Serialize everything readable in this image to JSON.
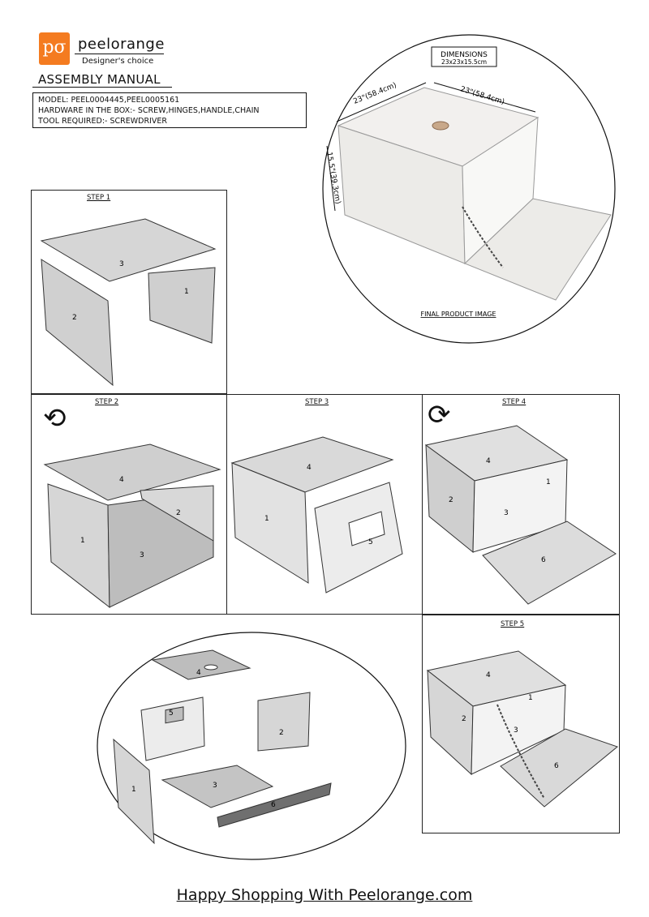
{
  "header": {
    "logo_text": "pσ",
    "brand": "peelorange",
    "tagline": "Designer's choice",
    "title": "ASSEMBLY MANUAL"
  },
  "info": {
    "model": "MODEL: PEEL0004445,PEEL0005161",
    "hardware": "HARDWARE IN THE BOX:- SCREW,HINGES,HANDLE,CHAIN",
    "tool": "TOOL REQUIRED:- SCREWDRIVER"
  },
  "final_product": {
    "dimensions_title": "DIMENSIONS",
    "dimensions_value": "23x23x15.5cm",
    "width_label": "23\"(58.4cm)",
    "depth_label": "23\"(58.4cm)",
    "height_label": "15.5\"(39.3cm)",
    "caption": "FINAL PRODUCT IMAGE"
  },
  "steps": {
    "step1": {
      "label": "STEP 1",
      "parts": [
        "3",
        "1",
        "2"
      ]
    },
    "step2": {
      "label": "STEP 2",
      "parts": [
        "4",
        "2",
        "1",
        "3"
      ]
    },
    "step3": {
      "label": "STEP 3",
      "parts": [
        "4",
        "1",
        "5"
      ]
    },
    "step4": {
      "label": "STEP 4",
      "parts": [
        "4",
        "1",
        "2",
        "3",
        "6"
      ]
    },
    "step5": {
      "label": "STEP 5",
      "parts": [
        "4",
        "1",
        "2",
        "3",
        "6"
      ]
    }
  },
  "exploded": {
    "parts": [
      "4",
      "5",
      "2",
      "1",
      "3",
      "6"
    ]
  },
  "footer": "Happy Shopping With Peelorange.com",
  "colors": {
    "brand_orange": "#f47b20",
    "panel_grey": "#c8c8c8",
    "panel_light": "#e6e6e6"
  }
}
